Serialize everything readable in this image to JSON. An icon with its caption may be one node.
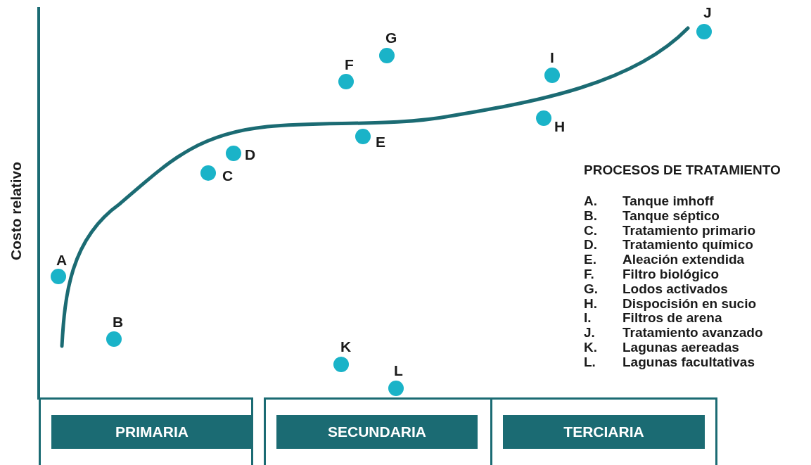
{
  "diagram": {
    "nodes": [
      {
        "text": [
          "PRIMARIA"
        ]
      },
      {
        "text": [
          "SECUNDARIA"
        ]
      },
      {
        "text": [
          "TERCIARIA"
        ]
      }
    ],
    "edges": [],
    "labels": [
      "Costo relativo",
      "A",
      "B",
      "C",
      "D",
      "E",
      "F",
      "G",
      "H",
      "I",
      "J",
      "K",
      "L",
      "PROCESOS DE TRATAMIENTO",
      "A.",
      "Tanque imhoff",
      "B.",
      "Tanque séptico",
      "C.",
      "Tratamiento primario",
      "D.",
      "Tratamiento químico",
      "E.",
      "Aleación extendida",
      "F.",
      "Filtro biológico",
      "G.",
      "Lodos activados",
      "H.",
      "Dispocisión en sucio",
      "I.",
      "Filtros de arena",
      "J.",
      "Tratamiento avanzado",
      "K.",
      "Lagunas aereadas",
      "L.",
      "Lagunas facultativas"
    ]
  }
}
